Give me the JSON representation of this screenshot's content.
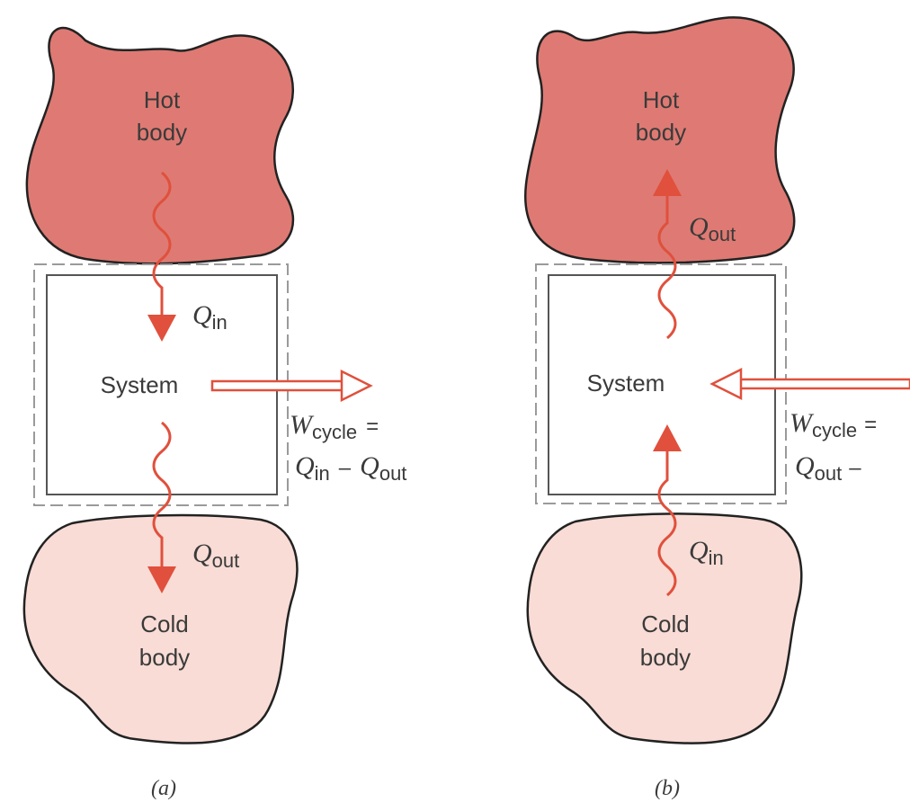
{
  "colors": {
    "hot_body": "#de7a73",
    "cold_body": "#f8dcd5",
    "heat_arrow": "#e0503c",
    "outline": "#222222",
    "boundary_dash": "#9a9a9a"
  },
  "panel_a": {
    "hot_line1": "Hot",
    "hot_line2": "body",
    "system": "System",
    "q_in_sym": "Q",
    "q_in_sub": "in",
    "w_sym": "W",
    "w_sub": "cycle",
    "w_eq": "=",
    "eq_q1_sym": "Q",
    "eq_q1_sub": "in",
    "eq_minus": "–",
    "eq_q2_sym": "Q",
    "eq_q2_sub": "out",
    "q_out_sym": "Q",
    "q_out_sub": "out",
    "cold_line1": "Cold",
    "cold_line2": "body",
    "caption": "(a)"
  },
  "panel_b": {
    "hot_line1": "Hot",
    "hot_line2": "body",
    "q_out_sym": "Q",
    "q_out_sub": "out",
    "system": "System",
    "w_sym": "W",
    "w_sub": "cycle",
    "w_eq": "=",
    "eq_q1_sym": "Q",
    "eq_q1_sub": "out",
    "eq_minus": "–",
    "q_in_sym": "Q",
    "q_in_sub": "in",
    "cold_line1": "Cold",
    "cold_line2": "body",
    "caption": "(b)"
  }
}
